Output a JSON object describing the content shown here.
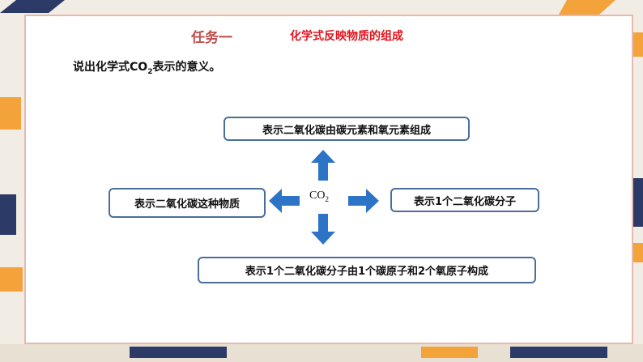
{
  "header": {
    "task": "任务一",
    "topic": "化学式反映物质的组成"
  },
  "prompt": {
    "before": "说出化学式",
    "formula_main": "CO",
    "formula_sub": "2",
    "after": "表示的意义。"
  },
  "center": {
    "formula_main": "CO",
    "formula_sub": "2"
  },
  "meanings": {
    "top": "表示二氧化碳由碳元素和氧元素组成",
    "left": "表示二氧化碳这种物质",
    "right": "表示1个二氧化碳分子",
    "bottom": "表示1个二氧化碳分子由1个碳原子和2个氧原子构成"
  },
  "colors": {
    "arrow": "#2e74c6",
    "box_border": "#4a6e9a",
    "task": "#c0504d",
    "topic": "#e0141e"
  }
}
